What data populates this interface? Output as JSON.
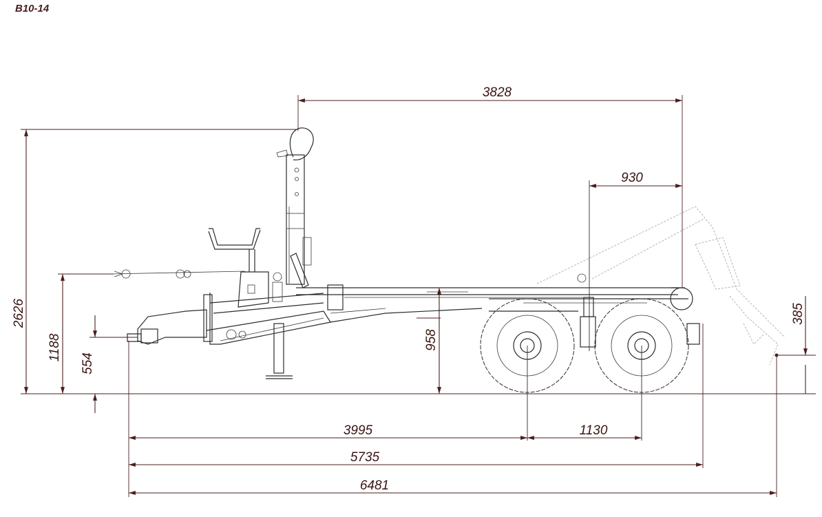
{
  "drawing": {
    "model": "B10-14",
    "dimensions": {
      "hook_to_rear": "3828",
      "axle_to_rear": "930",
      "total_height": "2626",
      "coupling_height": "1188",
      "drawbar_height": "554",
      "frame_height": "958",
      "rear_pivot_height": "385",
      "drawbar_to_axle": "3995",
      "axle_spacing": "1130",
      "drawbar_to_frame_end": "5735",
      "overall_length": "6481"
    }
  }
}
